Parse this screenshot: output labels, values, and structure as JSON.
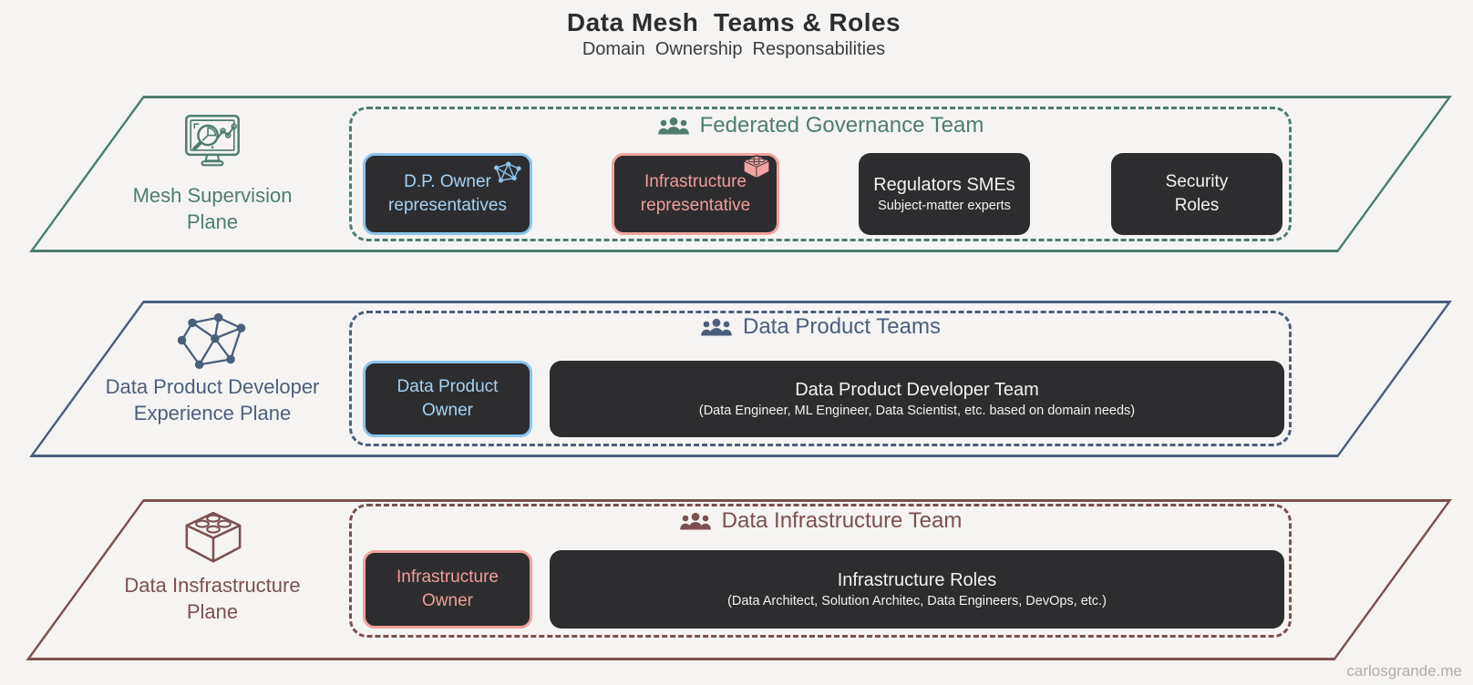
{
  "header": {
    "title": "Data Mesh  Teams & Roles",
    "subtitle": "Domain  Ownership  Responsabilities"
  },
  "watermark": "carlosgrande.me",
  "colors": {
    "background": "#f5f4f2",
    "teal": "#4e7d6f",
    "slate_blue": "#4b5f7d",
    "maroon": "#7c5050",
    "dark_box": "#2d2d2f",
    "light_blue_accent": "#87c4ef",
    "salmon_accent": "#f1a3a0",
    "white_text": "#f2f2f2"
  },
  "planes": [
    {
      "label_lines": [
        "Mesh Supervision",
        "Plane"
      ],
      "icon": "monitor-analytics-icon",
      "team": {
        "title": "Federated Governance Team",
        "icon": "people-group-icon",
        "roles": [
          {
            "lines": [
              "D.P. Owner",
              "representatives"
            ],
            "style": "blue",
            "corner_icon": "network-icon"
          },
          {
            "lines": [
              "Infrastructure",
              "representative"
            ],
            "style": "red",
            "corner_icon": "lego-brick-icon"
          },
          {
            "title": "Regulators SMEs",
            "subtitle": "Subject-matter experts",
            "style": "plain"
          },
          {
            "lines": [
              "Security",
              "Roles"
            ],
            "style": "plain"
          }
        ]
      }
    },
    {
      "label_lines": [
        "Data Product Developer",
        "Experience Plane"
      ],
      "icon": "network-mesh-icon",
      "team": {
        "title": "Data Product Teams",
        "icon": "people-group-icon",
        "roles": [
          {
            "lines": [
              "Data Product",
              "Owner"
            ],
            "style": "blue"
          },
          {
            "title": "Data Product Developer Team",
            "subtitle": "(Data Engineer, ML Engineer, Data Scientist, etc. based on domain needs)",
            "style": "plain"
          }
        ]
      }
    },
    {
      "label_lines": [
        "Data Insfrastructure",
        "Plane"
      ],
      "icon": "lego-brick-icon",
      "team": {
        "title": "Data Infrastructure Team",
        "icon": "people-group-icon",
        "roles": [
          {
            "lines": [
              "Infrastructure",
              "Owner"
            ],
            "style": "red"
          },
          {
            "title": "Infrastructure Roles",
            "subtitle": "(Data Architect, Solution Architec, Data Engineers, DevOps, etc.)",
            "style": "plain"
          }
        ]
      }
    }
  ]
}
